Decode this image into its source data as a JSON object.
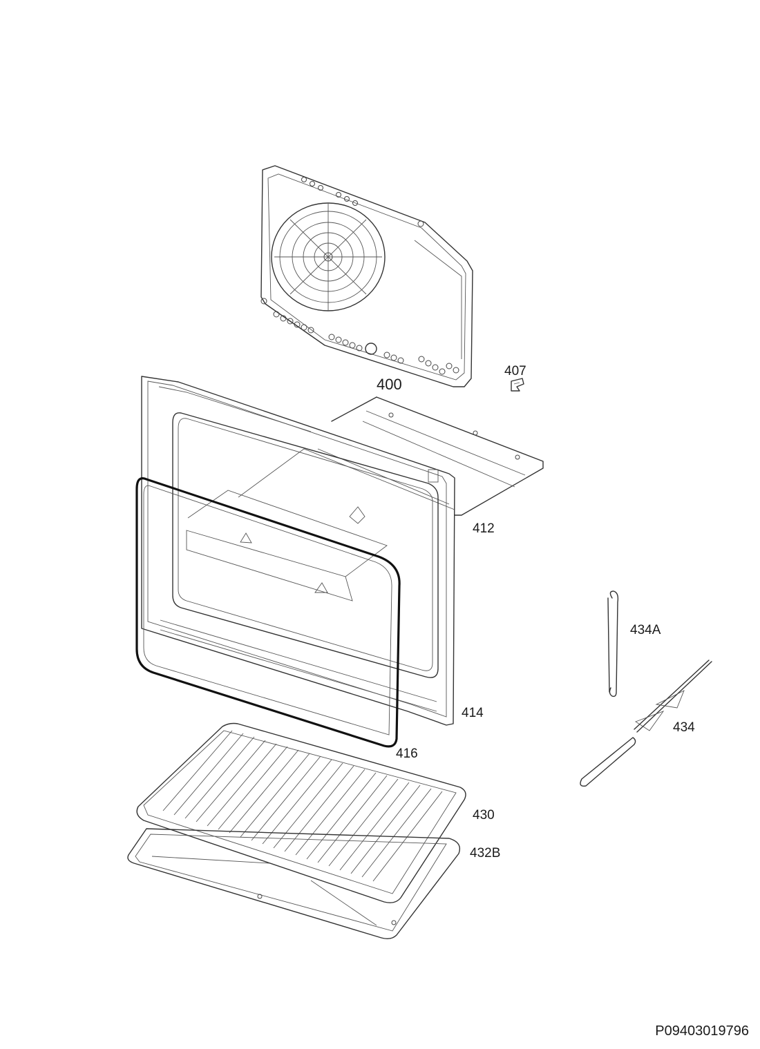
{
  "labels": {
    "p400": "400",
    "p407": "407",
    "p412": "412",
    "p414": "414",
    "p416": "416",
    "p430": "430",
    "p432b": "432B",
    "p434a": "434A",
    "p434": "434"
  },
  "document_id": "P09403019796"
}
